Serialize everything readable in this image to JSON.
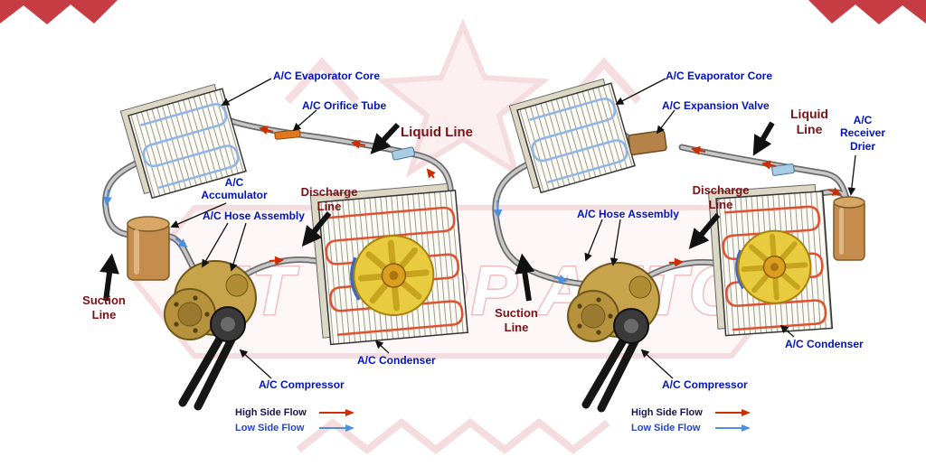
{
  "watermark": {
    "text": "PIT STOP AUTO"
  },
  "left_system": {
    "labels": {
      "evaporator": "A/C Evaporator Core",
      "orifice_tube": "A/C Orifice Tube",
      "liquid_line": "Liquid Line",
      "accumulator": "A/C Accumulator",
      "hose_assembly": "A/C Hose Assembly",
      "discharge_line": "Discharge Line",
      "suction_line": "Suction Line",
      "compressor": "A/C Compressor",
      "condenser": "A/C Condenser"
    }
  },
  "right_system": {
    "labels": {
      "evaporator": "A/C Evaporator Core",
      "expansion_valve": "A/C Expansion Valve",
      "liquid_line": "Liquid Line",
      "receiver_drier": "A/C Receiver Drier",
      "hose_assembly": "A/C Hose Assembly",
      "discharge_line": "Discharge Line",
      "suction_line": "Suction Line",
      "compressor": "A/C Compressor",
      "condenser": "A/C Condenser"
    }
  },
  "legend": {
    "high_side": "High Side Flow",
    "low_side": "Low Side Flow"
  },
  "colors": {
    "label_blue": "#0013c0",
    "label_maroon": "#7a1215",
    "high_side_red": "#cc2e00",
    "low_side_blue": "#4f8fe0",
    "component_tan": "#c68c4e",
    "fan_yellow": "#e8cb3e",
    "shroud_blue": "#3e68c0",
    "watermark_pink": "#e49aa2"
  }
}
